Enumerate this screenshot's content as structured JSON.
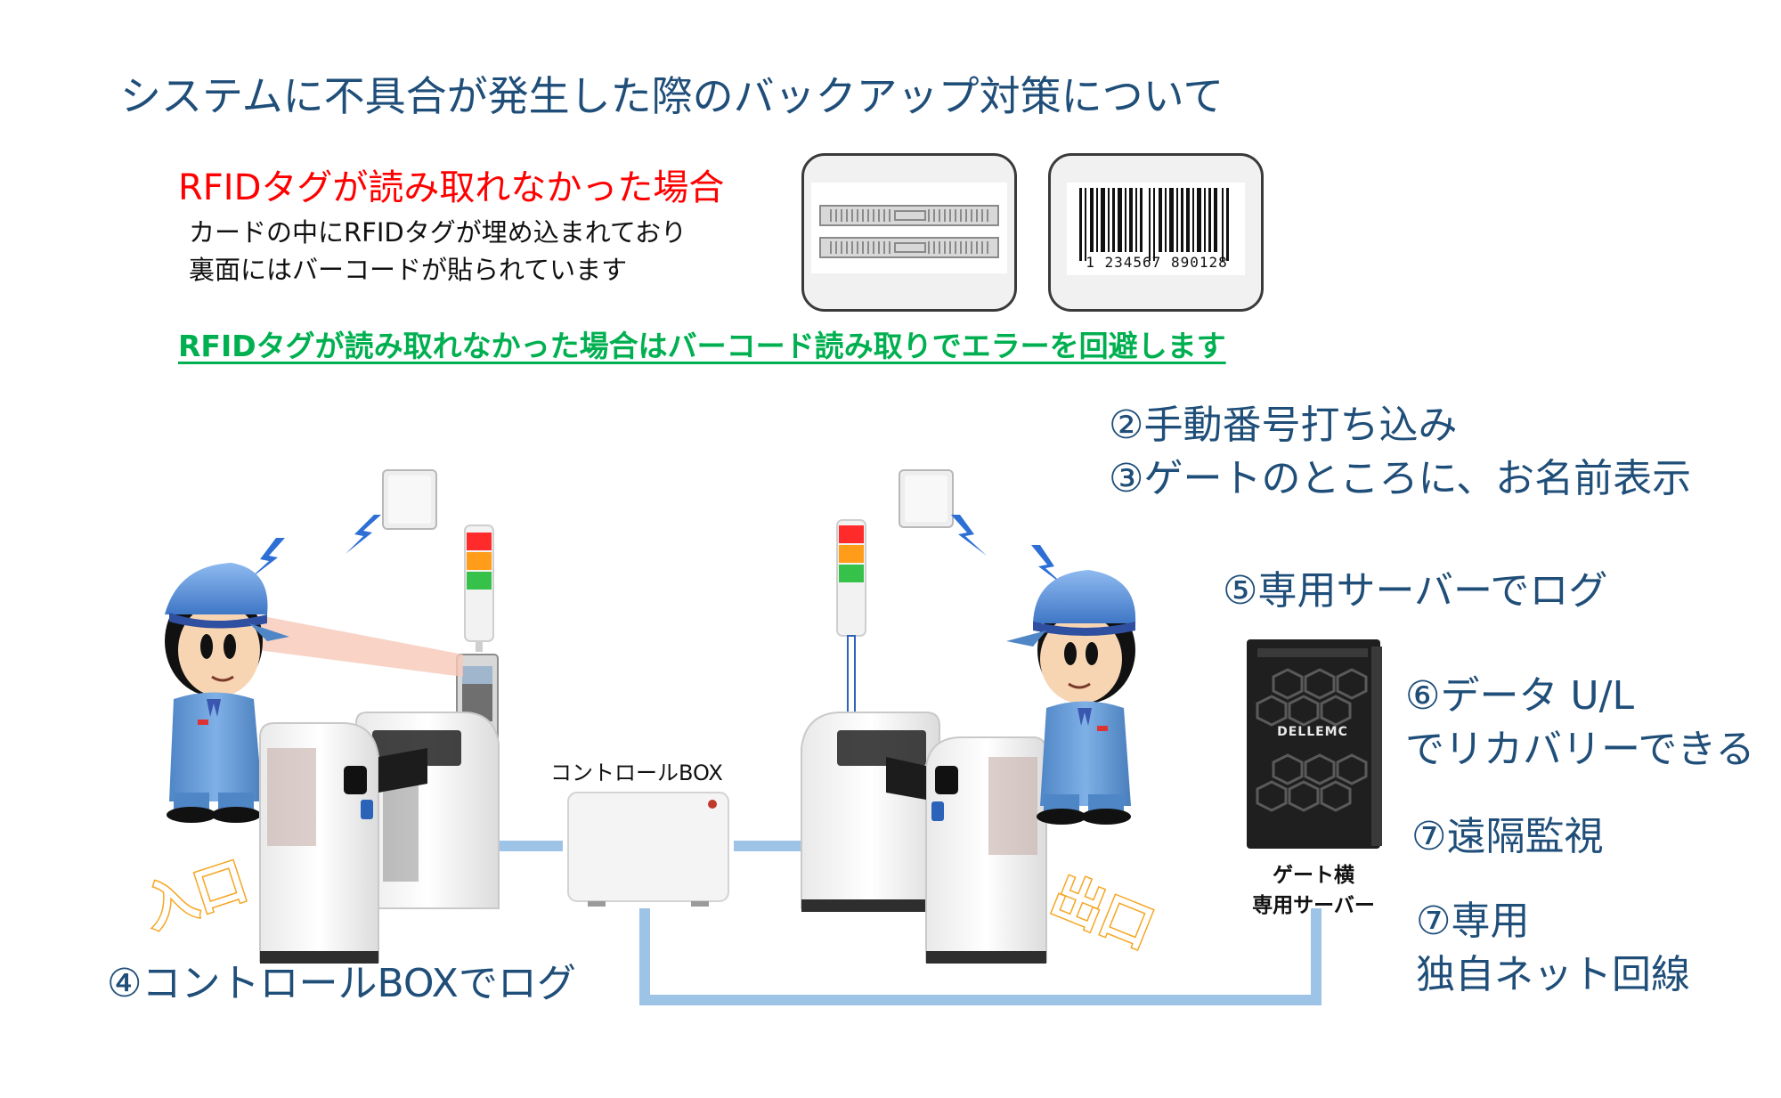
{
  "title": "システムに不具合が発生した際のバックアップ対策について",
  "rfid": {
    "heading": "RFIDタグが読み取れなかった場合",
    "desc_line1": "カードの中にRFIDタグが埋め込まれており",
    "desc_line2": "裏面にはバーコードが貼られています",
    "conclusion": "RFIDタグが読み取れなかった場合はバーコード読み取りでエラーを回避します"
  },
  "barcode": {
    "number": "1 234567 890128"
  },
  "notes": {
    "manual_input": "②手動番号打ち込み",
    "name_display": "③ゲートのところに、お名前表示",
    "control_box_log": "④コントロールBOXでログ",
    "server_log": "⑤専用サーバーでログ",
    "data_recovery_line1": "⑥データ U/L",
    "data_recovery_line2": "でリカバリーできる",
    "remote_monitor": "⑦遠隔監視",
    "dedicated_line1": "⑦専用",
    "dedicated_line2": "独自ネット回線"
  },
  "labels": {
    "control_box": "コントロールBOX",
    "server_line1": "ゲート横",
    "server_line2": "専用サーバー",
    "server_brand": "DELLEMC",
    "entrance": "入口",
    "exit": "出口"
  },
  "colors": {
    "title": "#1f4e79",
    "rfid_heading": "#ff0000",
    "conclusion": "#00b050",
    "network_line": "#9dc3e6",
    "entrance_exit": "#f5a623"
  }
}
